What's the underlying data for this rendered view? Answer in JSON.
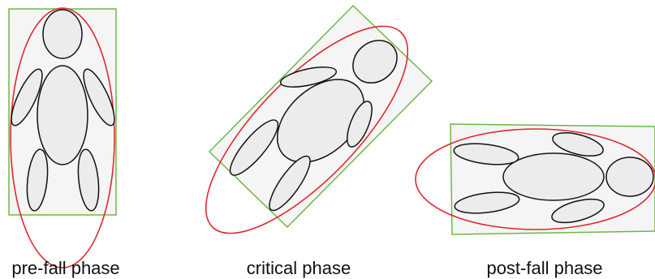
{
  "diagram": {
    "phases": [
      {
        "id": "pre-fall",
        "label": "pre-fall phase"
      },
      {
        "id": "critical",
        "label": "critical phase"
      },
      {
        "id": "post-fall",
        "label": "post-fall phase"
      }
    ],
    "colors": {
      "bounding_box": "#6cb845",
      "fitted_ellipse": "#e0282e",
      "body_outline": "#111111",
      "body_fill": "#ececec",
      "box_fill": "#f5f5f5"
    }
  }
}
